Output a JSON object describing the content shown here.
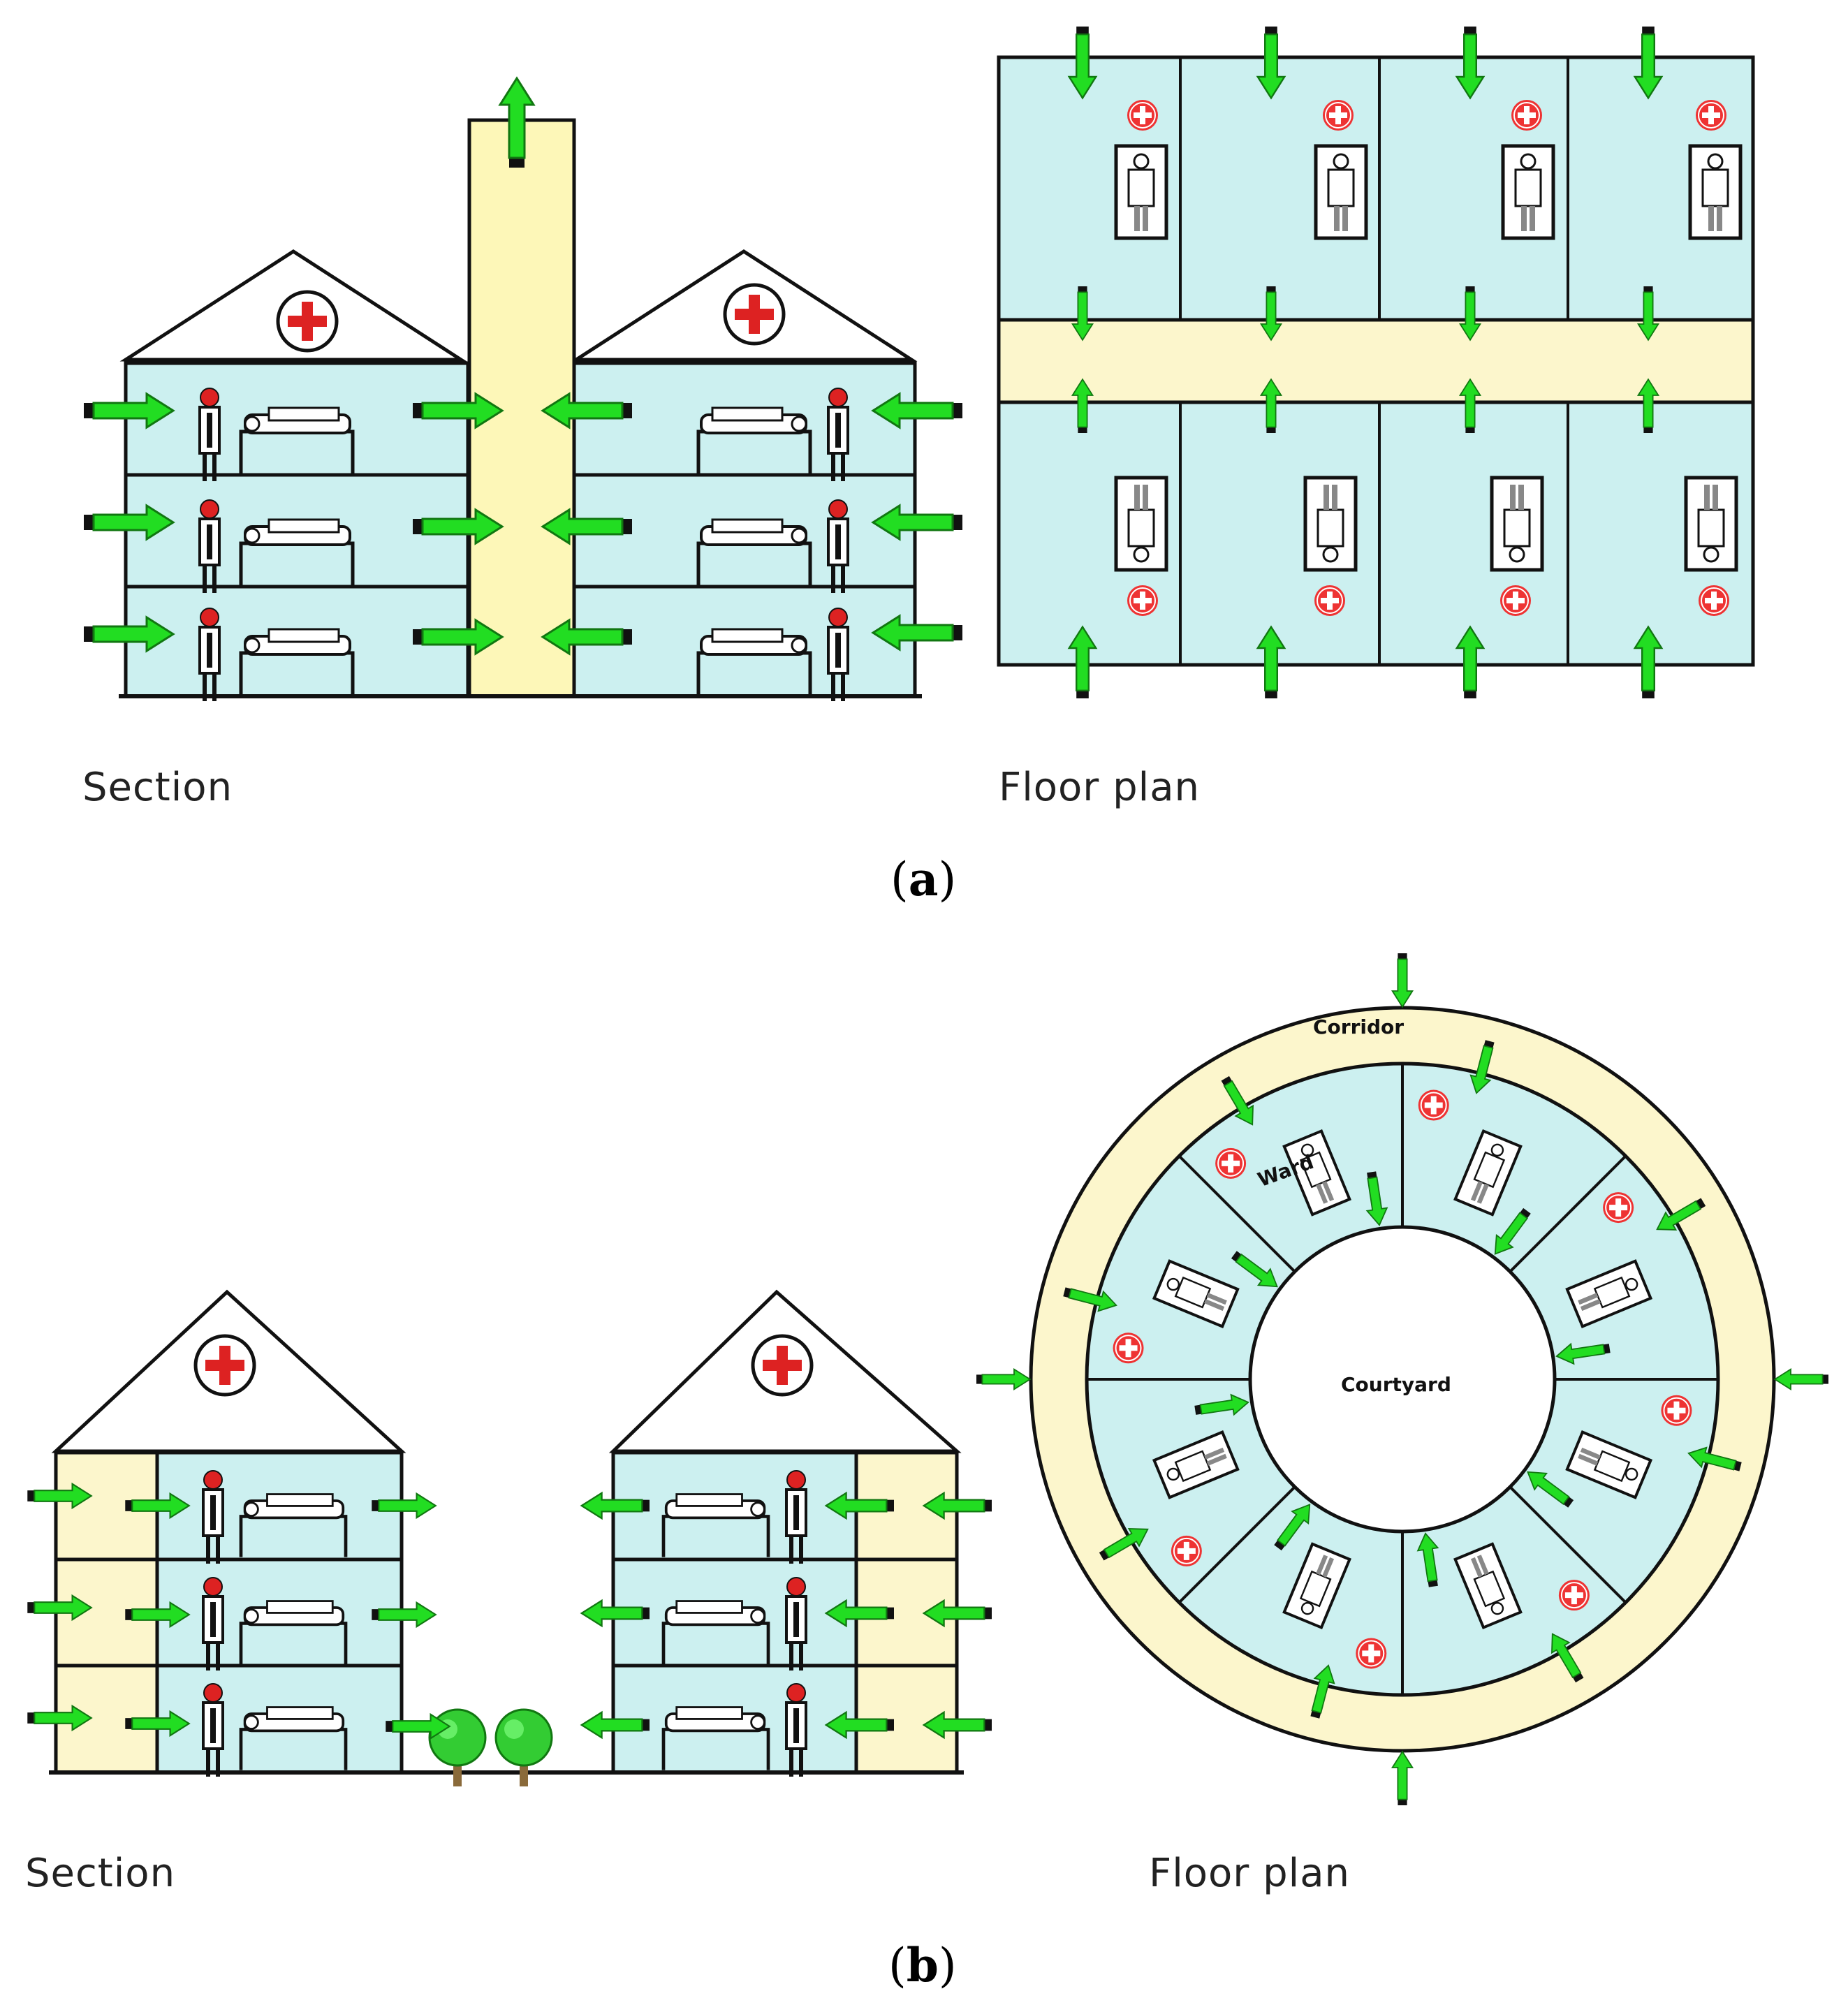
{
  "figure_a": {
    "section_label": "Section",
    "plan_label": "Floor plan",
    "caption_open": "(",
    "caption_letter": "a",
    "caption_close": ")"
  },
  "figure_b": {
    "section_label": "Section",
    "plan_label": "Floor plan",
    "corridor_label": "Corridor",
    "ward_label": "Ward",
    "courtyard_label": "Courtyard",
    "caption_open": "(",
    "caption_letter": "b",
    "caption_close": ")"
  },
  "colors": {
    "ward": "#ccf0f0",
    "corridor": "#fcf6cc",
    "shaft": "#fdf7b8",
    "arrow": "#22dd22",
    "cross": "#dd2222",
    "line": "#111111"
  },
  "icons": [
    "airflow-arrow-icon",
    "red-cross-icon",
    "person-icon",
    "hospital-bed-icon",
    "patient-bed-icon",
    "tree-icon"
  ]
}
